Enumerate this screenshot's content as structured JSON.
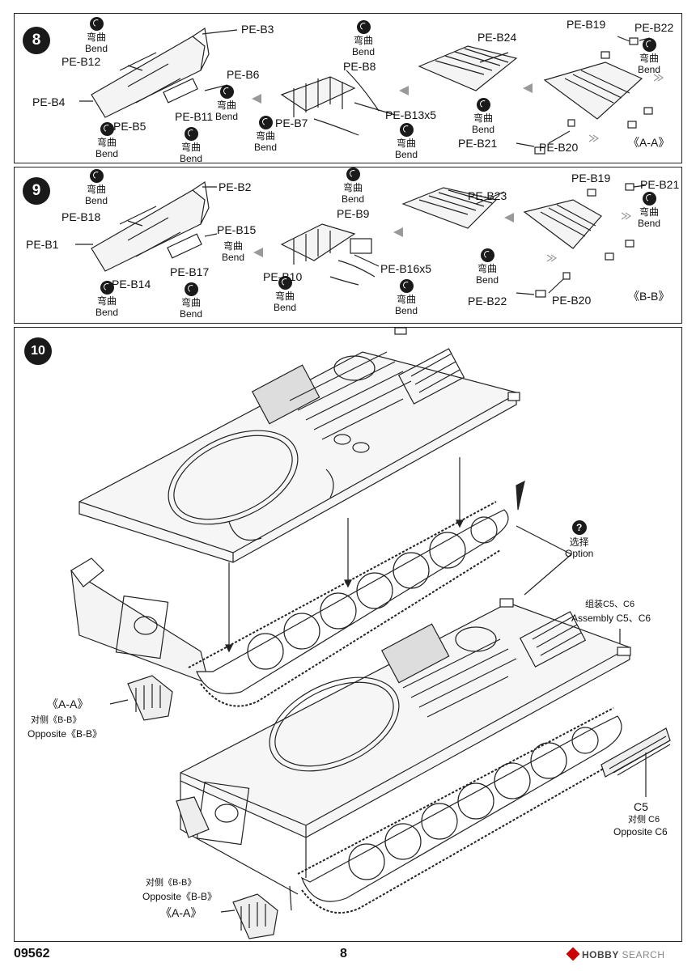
{
  "bend": {
    "cn": "弯曲",
    "en": "Bend"
  },
  "option": {
    "cn": "选择",
    "en": "Option"
  },
  "step8": {
    "number": "8",
    "labels": {
      "b3": "PE-B3",
      "b12": "PE-B12",
      "b4": "PE-B4",
      "b5": "PE-B5",
      "b6": "PE-B6",
      "b11": "PE-B11",
      "b8": "PE-B8",
      "b7": "PE-B7",
      "b13": "PE-B13x5",
      "b24": "PE-B24",
      "b19": "PE-B19",
      "b22": "PE-B22",
      "b21": "PE-B21",
      "b20": "PE-B20",
      "view": "《A-A》"
    }
  },
  "step9": {
    "number": "9",
    "labels": {
      "b2": "PE-B2",
      "b18": "PE-B18",
      "b1": "PE-B1",
      "b14": "PE-B14",
      "b15": "PE-B15",
      "b17": "PE-B17",
      "b9": "PE-B9",
      "b10": "PE-B10",
      "b16": "PE-B16x5",
      "b23": "PE-B23",
      "b19": "PE-B19",
      "b21": "PE-B21",
      "b22": "PE-B22",
      "b20": "PE-B20",
      "view": "《B-B》"
    }
  },
  "step10": {
    "number": "10",
    "aa_left": "《A-A》",
    "opposite_cn_left": "对侧《B-B》",
    "opposite_en_left": "Opposite《B-B》",
    "assembly_cn": "组装C5、C6",
    "assembly_en": "Assembly C5、C6",
    "c5": "C5",
    "c6_cn": "对侧 C6",
    "c6_en": "Opposite C6",
    "opposite_cn_bottom": "对侧《B-B》",
    "opposite_en_bottom": "Opposite《B-B》",
    "aa_bottom": "《A-A》"
  },
  "footer": {
    "code": "09562",
    "page": "8",
    "brand_main": "HOBBY",
    "brand_sub": "SEARCH"
  }
}
